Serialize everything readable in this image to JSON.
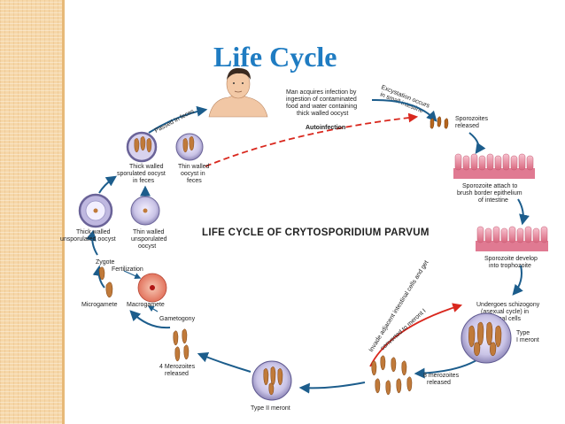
{
  "slide": {
    "title": "Life Cycle",
    "diagram_title": "LIFE CYCLE OF CRYTOSPORIDIUM PARVUM"
  },
  "labels": {
    "infection_1": "Man acquires infection by",
    "infection_2": "ingestion of contaminated",
    "infection_3": "food and water containing",
    "infection_4": "thick walled oocyst",
    "excystation_1": "Excystation occurs",
    "excystation_2": "in small intestine",
    "sporozoites_1": "Sporozoites",
    "sporozoites_2": "released",
    "attach_1": "Sporozoite attach to",
    "attach_2": "brush border epithelium",
    "attach_3": "of intestine",
    "develop_1": "Sporozoite develop",
    "develop_2": "into trophozoite",
    "schizogony_1": "Undergoes schizogony",
    "schizogony_2": "(asexual cycle) in",
    "schizogony_3": "mucosal cells",
    "type1_1": "Type",
    "type1_2": "I meront",
    "merozoites8_1": "8 merozoites",
    "merozoites8_2": "released",
    "type2": "Type II meront",
    "merozoites4_1": "4 Merozoites",
    "merozoites4_2": "released",
    "gametogony": "Gametogony",
    "microgamete": "Microgamete",
    "macrogamete": "Macrogamete",
    "fertilization": "Fertilization",
    "zygote": "Zygote",
    "thick_unsporulated_1": "Thick walled",
    "thick_unsporulated_2": "unsporulated oocyst",
    "thin_unsporulated_1": "Thin walled",
    "thin_unsporulated_2": "unsporulated",
    "thin_unsporulated_3": "oocyst",
    "thick_sporulated_1": "Thick walled",
    "thick_sporulated_2": "sporulated oocyst",
    "thick_sporulated_3": "in feces",
    "thin_feces_1": "Thin walled",
    "thin_feces_2": "oocyst in",
    "thin_feces_3": "feces",
    "passed_in_feces": "Passed in feces",
    "autoinfection": "Autoinfection",
    "invade_1": "Invade adjacent intestinal cells and get",
    "invade_2": "converted to meront I"
  },
  "colors": {
    "title": "#1f7cc2",
    "arrow": "#1c5d8c",
    "autoinfection": "#d9281e",
    "parasite": "#b5651d",
    "villi": "#e07a92"
  }
}
